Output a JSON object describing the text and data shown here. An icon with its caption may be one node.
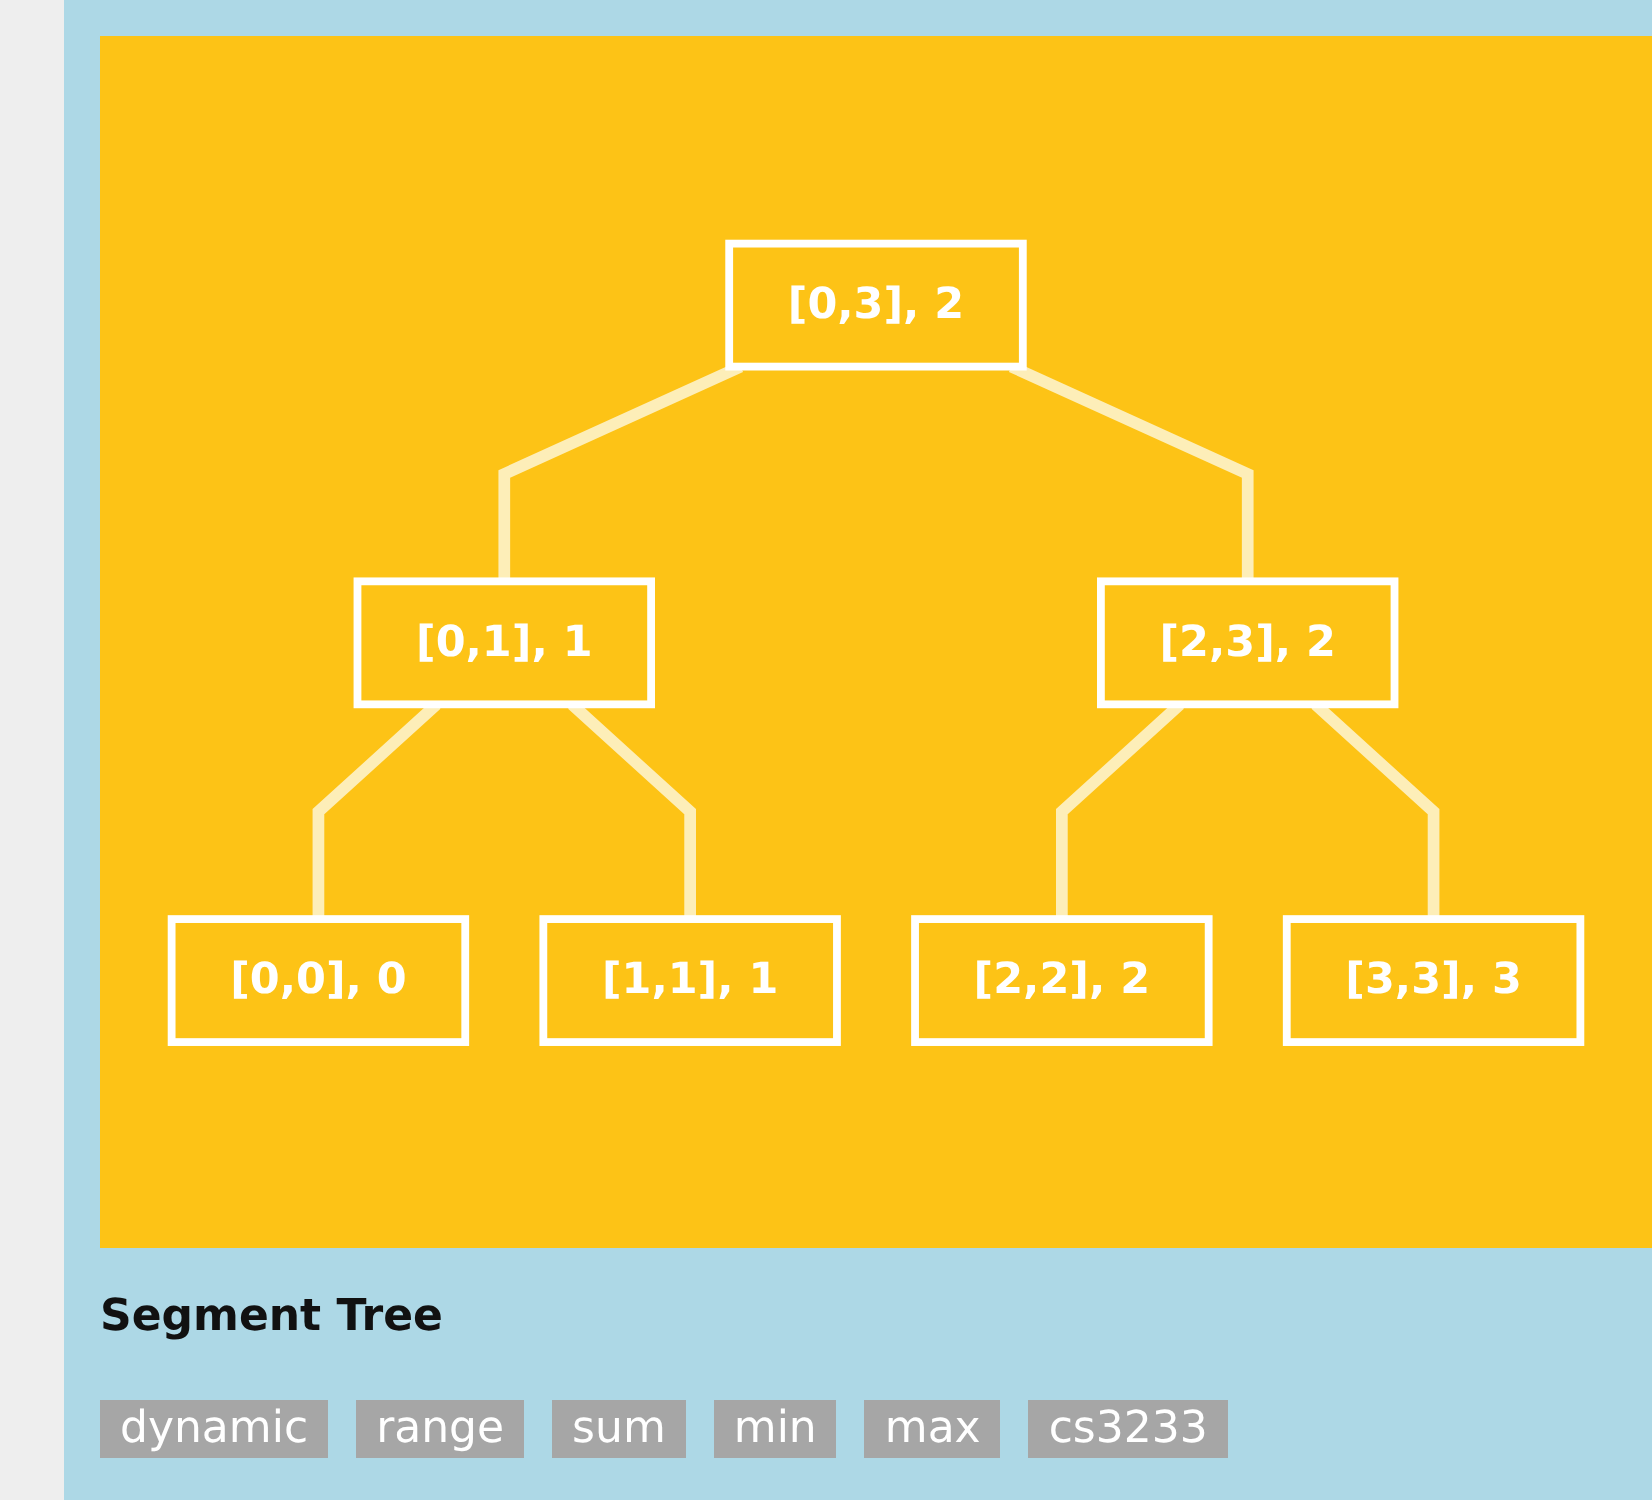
{
  "diagram": {
    "title": "Segment Tree",
    "nodes": [
      {
        "text": [
          "[0,3], 2"
        ]
      },
      {
        "text": [
          "[0,1], 1"
        ]
      },
      {
        "text": [
          "[2,3], 2"
        ]
      },
      {
        "text": [
          "[0,0], 0"
        ]
      },
      {
        "text": [
          "[1,1], 1"
        ]
      },
      {
        "text": [
          "[2,2], 2"
        ]
      },
      {
        "text": [
          "[3,3], 3"
        ]
      }
    ],
    "edges": [
      {
        "from": 0,
        "to": 1,
        "arrow": "none"
      },
      {
        "from": 0,
        "to": 2,
        "arrow": "none"
      },
      {
        "from": 1,
        "to": 3,
        "arrow": "none"
      },
      {
        "from": 1,
        "to": 4,
        "arrow": "none"
      },
      {
        "from": 2,
        "to": 5,
        "arrow": "none"
      },
      {
        "from": 2,
        "to": 6,
        "arrow": "none"
      }
    ],
    "labels": [
      "dynamic",
      "range",
      "sum",
      "min",
      "max",
      "cs3233"
    ]
  }
}
